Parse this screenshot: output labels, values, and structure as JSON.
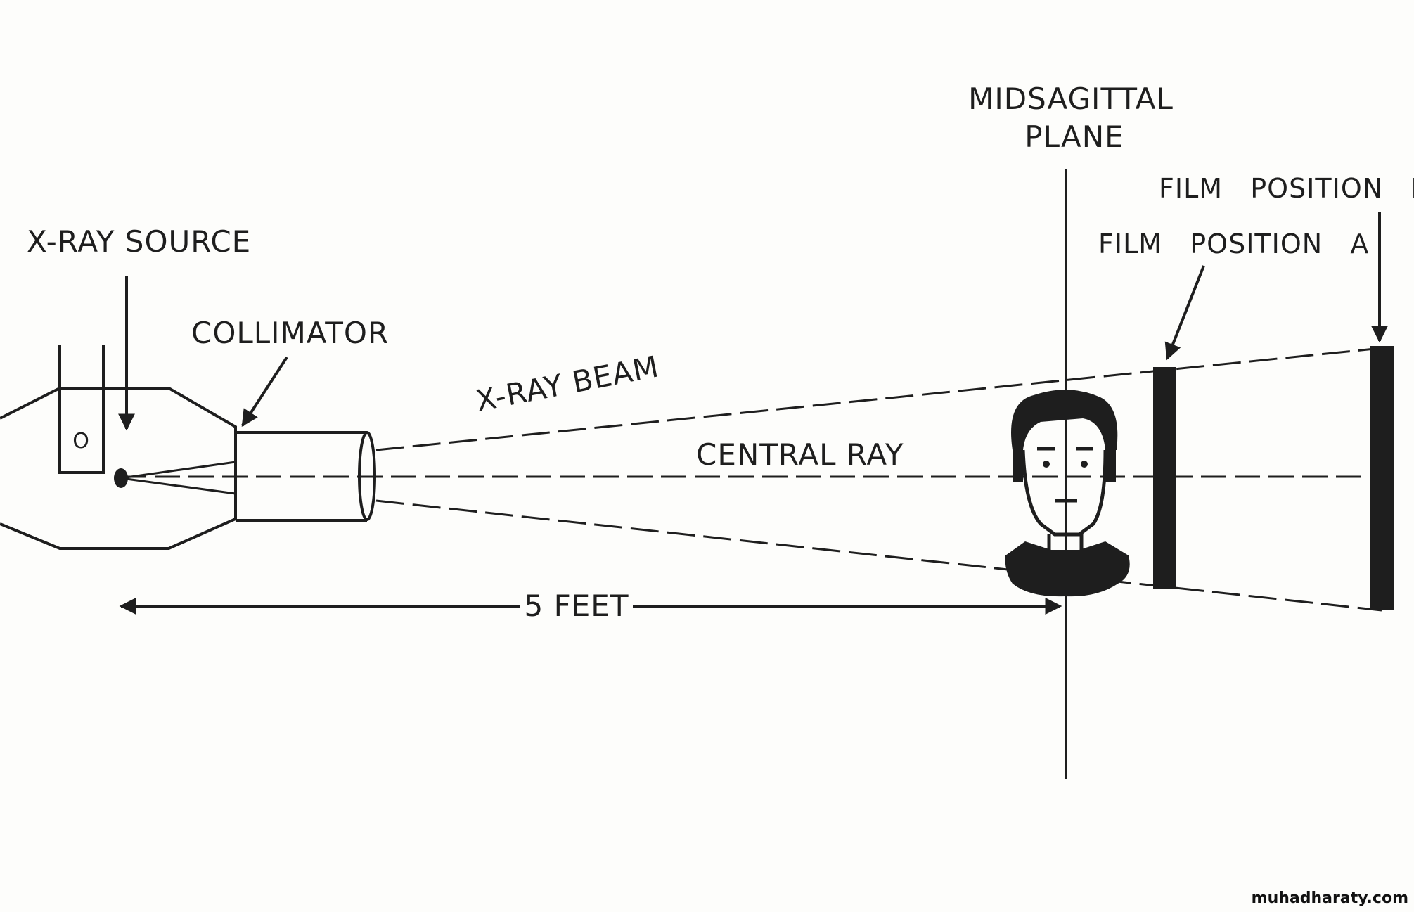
{
  "labels": {
    "xray_source": "X-RAY SOURCE",
    "collimator": "COLLIMATOR",
    "xray_beam": "X-RAY BEAM",
    "central_ray": "CENTRAL RAY",
    "midsagittal_line1": "MIDSAGITTAL",
    "midsagittal_line2": "PLANE",
    "film_position_a": "FILM   POSITION   A",
    "film_position_b": "FILM   POSITION   B",
    "distance": "5 FEET",
    "tube_window": "O"
  },
  "watermark": "muhadharaty.com",
  "colors": {
    "background": "#fdfdfb",
    "ink": "#1e1e1e"
  }
}
